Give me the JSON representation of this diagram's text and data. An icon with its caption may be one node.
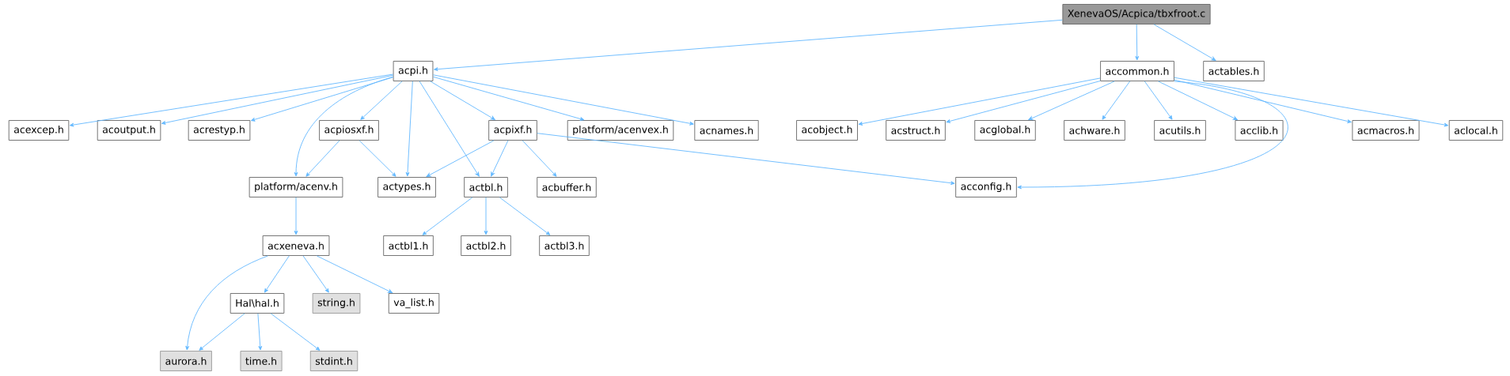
{
  "diagram": {
    "nodes": [
      {
        "text": [
          "XenevaOS/Acpica/tbxfroot.c"
        ]
      },
      {
        "text": [
          "acpi.h"
        ]
      },
      {
        "text": [
          "accommon.h"
        ]
      },
      {
        "text": [
          "actables.h"
        ]
      },
      {
        "text": [
          "acexcep.h"
        ]
      },
      {
        "text": [
          "acoutput.h"
        ]
      },
      {
        "text": [
          "acrestyp.h"
        ]
      },
      {
        "text": [
          "acpiosxf.h"
        ]
      },
      {
        "text": [
          "acpixf.h"
        ]
      },
      {
        "text": [
          "platform/acenvex.h"
        ]
      },
      {
        "text": [
          "acnames.h"
        ]
      },
      {
        "text": [
          "acobject.h"
        ]
      },
      {
        "text": [
          "acstruct.h"
        ]
      },
      {
        "text": [
          "acglobal.h"
        ]
      },
      {
        "text": [
          "achware.h"
        ]
      },
      {
        "text": [
          "acutils.h"
        ]
      },
      {
        "text": [
          "acclib.h"
        ]
      },
      {
        "text": [
          "acmacros.h"
        ]
      },
      {
        "text": [
          "aclocal.h"
        ]
      },
      {
        "text": [
          "platform/acenv.h"
        ]
      },
      {
        "text": [
          "actypes.h"
        ]
      },
      {
        "text": [
          "actbl.h"
        ]
      },
      {
        "text": [
          "acbuffer.h"
        ]
      },
      {
        "text": [
          "acconfig.h"
        ]
      },
      {
        "text": [
          "acxeneva.h"
        ]
      },
      {
        "text": [
          "actbl1.h"
        ]
      },
      {
        "text": [
          "actbl2.h"
        ]
      },
      {
        "text": [
          "actbl3.h"
        ]
      },
      {
        "text": [
          "Hal\\hal.h"
        ]
      },
      {
        "text": [
          "string.h"
        ]
      },
      {
        "text": [
          "va_list.h"
        ]
      },
      {
        "text": [
          "aurora.h"
        ]
      },
      {
        "text": [
          "time.h"
        ]
      },
      {
        "text": [
          "stdint.h"
        ]
      }
    ],
    "edges": [
      {
        "from": 0,
        "to": 1,
        "arrow": "to"
      },
      {
        "from": 0,
        "to": 2,
        "arrow": "to"
      },
      {
        "from": 0,
        "to": 3,
        "arrow": "to"
      },
      {
        "from": 1,
        "to": 4,
        "arrow": "to"
      },
      {
        "from": 1,
        "to": 5,
        "arrow": "to"
      },
      {
        "from": 1,
        "to": 6,
        "arrow": "to"
      },
      {
        "from": 1,
        "to": 19,
        "arrow": "to"
      },
      {
        "from": 1,
        "to": 7,
        "arrow": "to"
      },
      {
        "from": 1,
        "to": 20,
        "arrow": "to"
      },
      {
        "from": 1,
        "to": 21,
        "arrow": "to"
      },
      {
        "from": 1,
        "to": 8,
        "arrow": "to"
      },
      {
        "from": 1,
        "to": 9,
        "arrow": "to"
      },
      {
        "from": 1,
        "to": 10,
        "arrow": "to"
      },
      {
        "from": 7,
        "to": 19,
        "arrow": "to"
      },
      {
        "from": 7,
        "to": 20,
        "arrow": "to"
      },
      {
        "from": 8,
        "to": 20,
        "arrow": "to"
      },
      {
        "from": 8,
        "to": 21,
        "arrow": "to"
      },
      {
        "from": 8,
        "to": 22,
        "arrow": "to"
      },
      {
        "from": 8,
        "to": 23,
        "arrow": "to"
      },
      {
        "from": 21,
        "to": 25,
        "arrow": "to"
      },
      {
        "from": 21,
        "to": 26,
        "arrow": "to"
      },
      {
        "from": 21,
        "to": 27,
        "arrow": "to"
      },
      {
        "from": 19,
        "to": 24,
        "arrow": "to"
      },
      {
        "from": 24,
        "to": 31,
        "arrow": "to"
      },
      {
        "from": 24,
        "to": 28,
        "arrow": "to"
      },
      {
        "from": 24,
        "to": 29,
        "arrow": "to"
      },
      {
        "from": 24,
        "to": 30,
        "arrow": "to"
      },
      {
        "from": 28,
        "to": 31,
        "arrow": "to"
      },
      {
        "from": 28,
        "to": 32,
        "arrow": "to"
      },
      {
        "from": 28,
        "to": 33,
        "arrow": "to"
      },
      {
        "from": 2,
        "to": 11,
        "arrow": "to"
      },
      {
        "from": 2,
        "to": 12,
        "arrow": "to"
      },
      {
        "from": 2,
        "to": 13,
        "arrow": "to"
      },
      {
        "from": 2,
        "to": 14,
        "arrow": "to"
      },
      {
        "from": 2,
        "to": 15,
        "arrow": "to"
      },
      {
        "from": 2,
        "to": 16,
        "arrow": "to"
      },
      {
        "from": 2,
        "to": 23,
        "arrow": "to"
      },
      {
        "from": 2,
        "to": 17,
        "arrow": "to"
      },
      {
        "from": 2,
        "to": 18,
        "arrow": "to"
      }
    ]
  }
}
